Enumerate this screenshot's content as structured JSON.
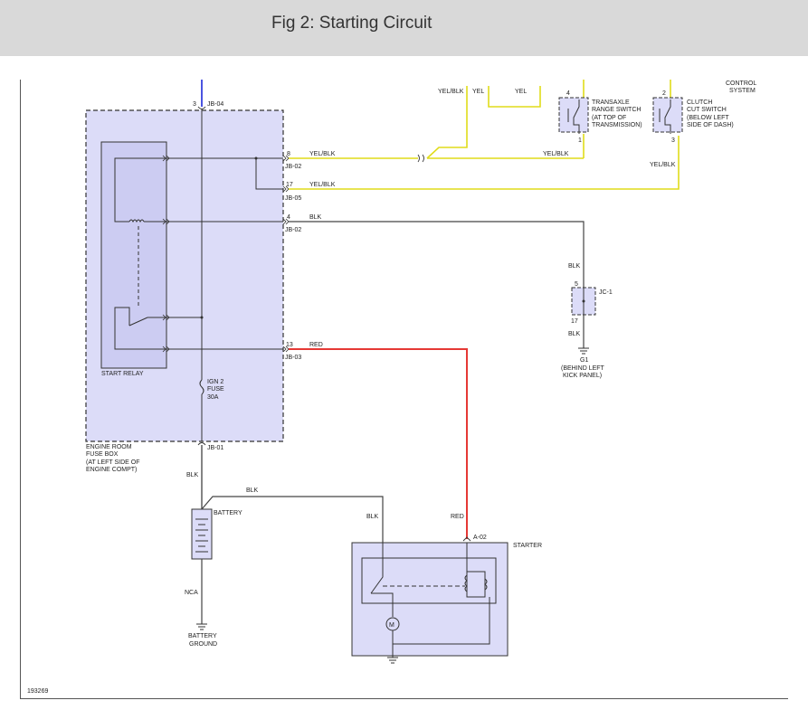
{
  "header": {
    "title": "Fig 2: Starting Circuit"
  },
  "diagram": {
    "figure_id": "193269",
    "control_system": [
      "CONTROL",
      "SYSTEM"
    ],
    "top_wires": {
      "left": "YEL/BLK",
      "mid": "YEL",
      "right": "YEL"
    },
    "fuse_box": {
      "label": [
        "ENGINE ROOM",
        "FUSE BOX",
        "(AT LEFT SIDE OF",
        "ENGINE COMPT)"
      ],
      "relay_label": "START RELAY",
      "fuse": [
        "IGN 2",
        "FUSE",
        "30A"
      ],
      "top_conn": {
        "pin": "3",
        "id": "JB-04"
      },
      "bottom_conn": "JB-01"
    },
    "connectors": [
      {
        "pin": "8",
        "id": "JB-02",
        "wire": "YEL/BLK"
      },
      {
        "pin": "17",
        "id": "JB-05",
        "wire": "YEL/BLK"
      },
      {
        "pin": "4",
        "id": "JB-02",
        "wire": "BLK"
      },
      {
        "pin": "13",
        "id": "JB-03",
        "wire": "RED"
      }
    ],
    "transaxle": {
      "label": [
        "TRANSAXLE",
        "RANGE SWITCH",
        "(AT TOP OF",
        "TRANSMISSION)"
      ],
      "pin_top": "4",
      "pin_bottom": "1",
      "wire": "YEL/BLK"
    },
    "clutch": {
      "label": [
        "CLUTCH",
        "CUT SWITCH",
        "(BELOW LEFT",
        "SIDE OF DASH)"
      ],
      "pin_top": "2",
      "pin_bottom": "3",
      "wire": "YEL/BLK"
    },
    "jc1": {
      "id": "JC-1",
      "pin_top": "5",
      "pin_bottom": "17",
      "wire_top": "BLK",
      "wire_bottom": "BLK"
    },
    "g1": {
      "id": "G1",
      "label": [
        "(BEHIND LEFT",
        "KICK PANEL)"
      ]
    },
    "battery": {
      "label": "BATTERY",
      "wire_top": "BLK",
      "wire_bottom": "NCA",
      "wire_to_starter": "BLK",
      "ground": [
        "BATTERY",
        "GROUND"
      ]
    },
    "starter": {
      "label": "STARTER",
      "conn": "A-02",
      "wire_red": "RED",
      "wire_blk": "BLK",
      "motor": "M"
    }
  },
  "colors": {
    "yellow": "#e0dc1a",
    "red": "#e53935",
    "blue": "#1e2ad8",
    "box_fill": "#dcdcf8",
    "wire": "#333333"
  }
}
